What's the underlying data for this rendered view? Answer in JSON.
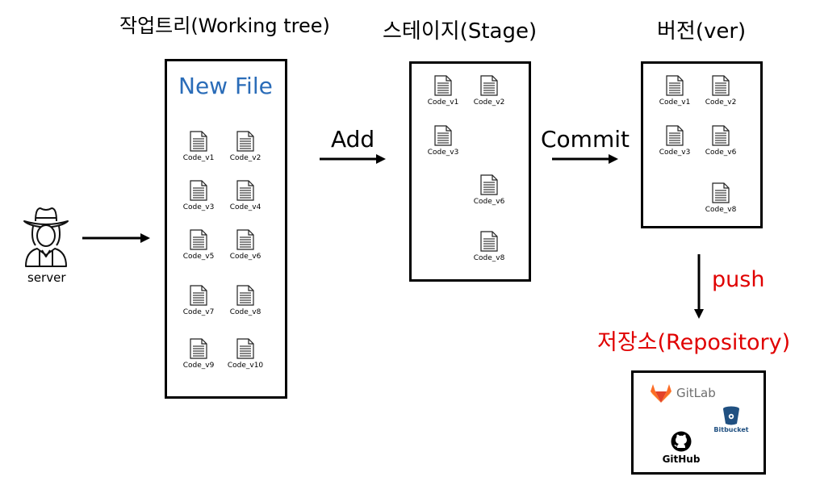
{
  "headings": {
    "working_tree": "작업트리(Working tree)",
    "stage": "스테이지(Stage)",
    "version": "버전(ver)",
    "repository": "저장소(Repository)"
  },
  "working_tree": {
    "title": "New File",
    "files": [
      "Code_v1",
      "Code_v2",
      "Code_v3",
      "Code_v4",
      "Code_v5",
      "Code_v6",
      "Code_v7",
      "Code_v8",
      "Code_v9",
      "Code_v10"
    ]
  },
  "stage": {
    "files": [
      "Code_v1",
      "Code_v2",
      "Code_v3",
      "Code_v6",
      "Code_v8"
    ]
  },
  "version": {
    "files": [
      "Code_v1",
      "Code_v2",
      "Code_v3",
      "Code_v6",
      "Code_v8"
    ]
  },
  "operations": {
    "add": "Add",
    "commit": "Commit",
    "push": "push"
  },
  "server": {
    "label": "server",
    "icon": "cowboy-person-icon"
  },
  "repository": {
    "logos": [
      {
        "name": "GitLab",
        "icon": "gitlab-logo",
        "color": "#e24329"
      },
      {
        "name": "Bitbucket",
        "icon": "bitbucket-logo",
        "color": "#205081"
      },
      {
        "name": "GitHub",
        "icon": "github-logo",
        "color": "#000000"
      }
    ]
  },
  "colors": {
    "new_file": "#2a6cb8",
    "repository_heading": "#e00000",
    "push": "#e00000",
    "arrows": "#000000"
  }
}
